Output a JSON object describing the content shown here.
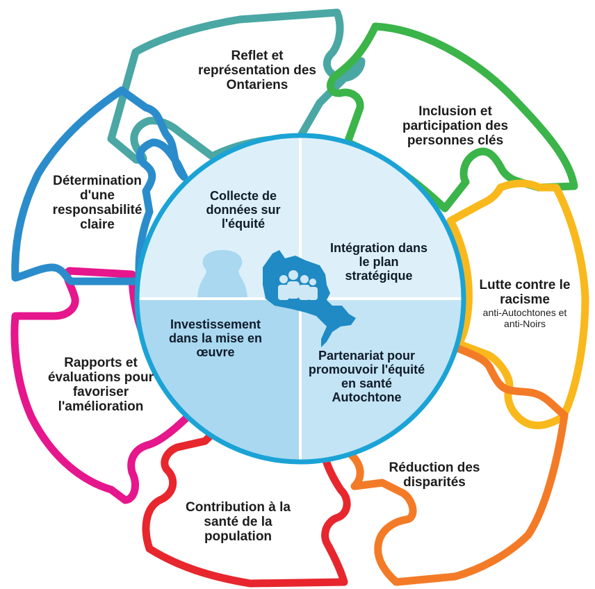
{
  "colors": {
    "teal": "#4aa7a4",
    "green": "#3bb449",
    "yellow": "#f9b91c",
    "orange": "#f37b27",
    "red": "#e7262d",
    "magenta": "#e6168c",
    "blue": "#2b8ccb",
    "circle_border": "#1ba3d6",
    "circle_light": "#ddf0f9",
    "circle_mid": "#a9d8f0",
    "map": "#1f8ac4"
  },
  "outer_pieces": {
    "reflet": "Reflet et représentation des Ontariens",
    "inclusion": "Inclusion et participation des personnes clés",
    "lutte_title": "Lutte contre le racisme",
    "lutte_sub": "anti-Autochtones et anti-Noirs",
    "reduction": "Réduction des disparités",
    "contribution": "Contribution à la santé de la population",
    "rapports": "Rapports et évaluations pour favoriser l'amélioration",
    "determination": "Détermination d'une responsabilité claire"
  },
  "inner_pieces": {
    "collecte": "Collecte de données sur l'équité",
    "integration": "Intégration dans le plan stratégique",
    "investissement": "Investissement dans la mise en œuvre",
    "partenariat": "Partenariat pour promouvoir l'équité en santé Autochtone"
  },
  "center_icon": "ontario-map-people-icon"
}
